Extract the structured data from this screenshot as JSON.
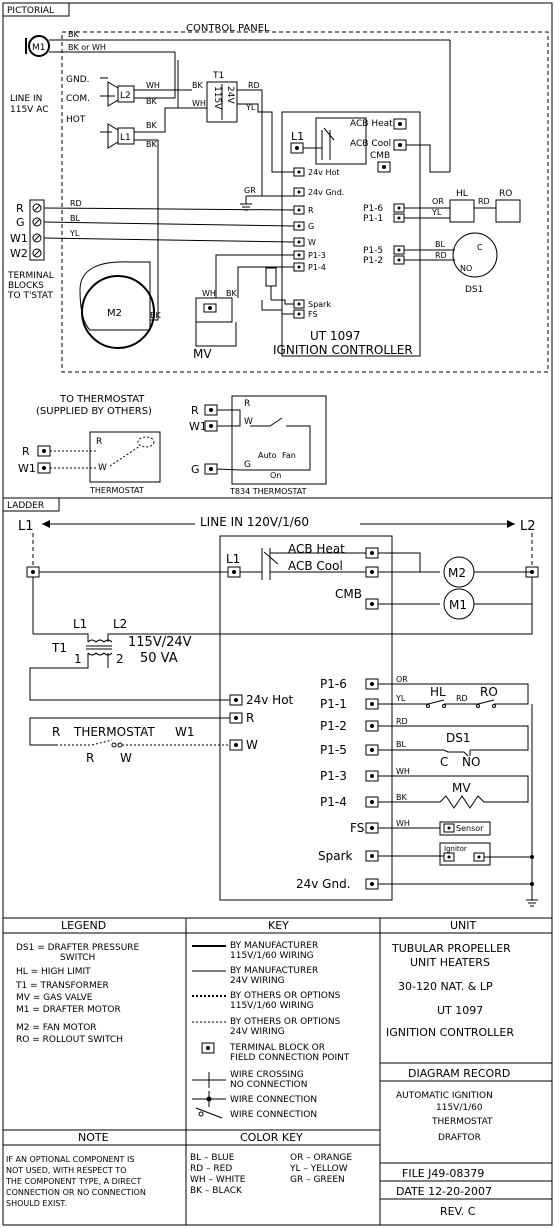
{
  "pictorial": {
    "tab": "PICTORIAL",
    "control_panel": "CONTROL PANEL",
    "m1": "M1",
    "m2": "M2",
    "mv": "MV",
    "t1": "T1",
    "t1_24v": "24V",
    "t1_115v": "115V",
    "bk": "BK",
    "bk_or_wh": "BK or WH",
    "wh": "WH",
    "rd": "RD",
    "yl": "YL",
    "bl": "BL",
    "gr": "GR",
    "or": "OR",
    "gnd": "GND.",
    "com": "COM.",
    "hot": "HOT",
    "line_in_1": "LINE IN",
    "line_in_2": "115V AC",
    "l1": "L1",
    "l2": "L2",
    "acb_heat": "ACB Heat",
    "acb_cool": "ACB Cool",
    "cmb": "CMB",
    "v24_hot": "24v Hot",
    "v24_gnd": "24v Gnd.",
    "r": "R",
    "g": "G",
    "w": "W",
    "w1": "W1",
    "w2": "W2",
    "p1_3": "P1-3",
    "p1_4": "P1-4",
    "p1_6": "P1-6",
    "p1_1": "P1-1",
    "p1_5": "P1-5",
    "p1_2": "P1-2",
    "hl": "HL",
    "ro": "RO",
    "c": "C",
    "no": "NO",
    "ds1": "DS1",
    "spark": "Spark",
    "fs": "FS",
    "ut1097": "UT 1097",
    "ignition_controller": "IGNITION CONTROLLER",
    "terminal_blocks_1": "TERMINAL",
    "terminal_blocks_2": "BLOCKS",
    "terminal_blocks_3": "TO T'STAT",
    "to_thermostat_1": "TO THERMOSTAT",
    "to_thermostat_2": "(SUPPLIED BY OTHERS)",
    "thermostat": "THERMOSTAT",
    "t834": "T834 THERMOSTAT",
    "auto": "Auto",
    "fan": "Fan",
    "on": "On"
  },
  "ladder": {
    "tab": "LADDER",
    "l1": "L1",
    "l2": "L2",
    "line_in": "LINE IN 120V/1/60",
    "acb_heat": "ACB Heat",
    "acb_cool": "ACB Cool",
    "m2": "M2",
    "m1": "M1",
    "cmb": "CMB",
    "t1": "T1",
    "xl1": "L1",
    "xl2": "L2",
    "n1": "1",
    "n2": "2",
    "t_rating_1": "115V/24V",
    "t_rating_2": "50 VA",
    "p1_6": "P1-6",
    "p1_1": "P1-1",
    "p1_2": "P1-2",
    "p1_5": "P1-5",
    "p1_3": "P1-3",
    "p1_4": "P1-4",
    "fs": "FS",
    "spark": "Spark",
    "v24_gnd": "24v Gnd.",
    "v24_hot": "24v Hot",
    "r": "R",
    "w": "W",
    "w1": "W1",
    "thermostat": "THERMOSTAT",
    "or": "OR",
    "yl": "YL",
    "hl": "HL",
    "rd": "RD",
    "ro": "RO",
    "bl": "BL",
    "ds1": "DS1",
    "c": "C",
    "no": "NO",
    "wh": "WH",
    "bk": "BK",
    "mv": "MV",
    "sensor": "Sensor",
    "ignitor": "Ignitor"
  },
  "legend": {
    "title": "LEGEND",
    "items": [
      "DS1 = DRAFTER PRESSURE",
      "SWITCH",
      "HL = HIGH LIMIT",
      "T1 = TRANSFORMER",
      "MV = GAS VALVE",
      "M1 = DRAFTER MOTOR",
      "M2 = FAN MOTOR",
      "RO = ROLLOUT SWITCH"
    ]
  },
  "key": {
    "title": "KEY",
    "mfr_115_1": "BY MANUFACTURER",
    "mfr_115_2": "115V/1/60 WIRING",
    "mfr_24_1": "BY MANUFACTURER",
    "mfr_24_2": "24V WIRING",
    "oth_115_1": "BY OTHERS OR OPTIONS",
    "oth_115_2": "115V/1/60 WIRING",
    "oth_24_1": "BY OTHERS OR OPTIONS",
    "oth_24_2": "24V WIRING",
    "tb_1": "TERMINAL BLOCK OR",
    "tb_2": "FIELD CONNECTION POINT",
    "cross_1": "WIRE CROSSING",
    "cross_2": "NO CONNECTION",
    "conn": "WIRE CONNECTION",
    "conn2": "WIRE CONNECTION"
  },
  "unit": {
    "title": "UNIT",
    "line1": "TUBULAR PROPELLER",
    "line2": "UNIT HEATERS",
    "line3": "30-120 NAT. & LP",
    "line4": "UT 1097",
    "line5": "IGNITION CONTROLLER"
  },
  "record": {
    "title": "DIAGRAM RECORD",
    "line1": "AUTOMATIC   IGNITION",
    "line2": "115V/1/60",
    "line3": "THERMOSTAT",
    "line4": "DRAFTOR"
  },
  "note": {
    "title": "NOTE",
    "lines": [
      "IF AN OPTIONAL COMPONENT IS",
      "NOT USED, WITH RESPECT TO",
      "THE COMPONENT TYPE, A DIRECT",
      "CONNECTION OR NO CONNECTION",
      "SHOULD EXIST."
    ]
  },
  "color_key": {
    "title": "COLOR KEY",
    "left": [
      "BL  –  BLUE",
      "RD  –  RED",
      "WH  –  WHITE",
      "BK  –  BLACK"
    ],
    "right": [
      "OR  –  ORANGE",
      "YL  –  YELLOW",
      "GR  –  GREEN"
    ]
  },
  "file": {
    "file": "FILE  J49-08379",
    "date": "DATE  12-20-2007",
    "rev": "REV. C"
  }
}
